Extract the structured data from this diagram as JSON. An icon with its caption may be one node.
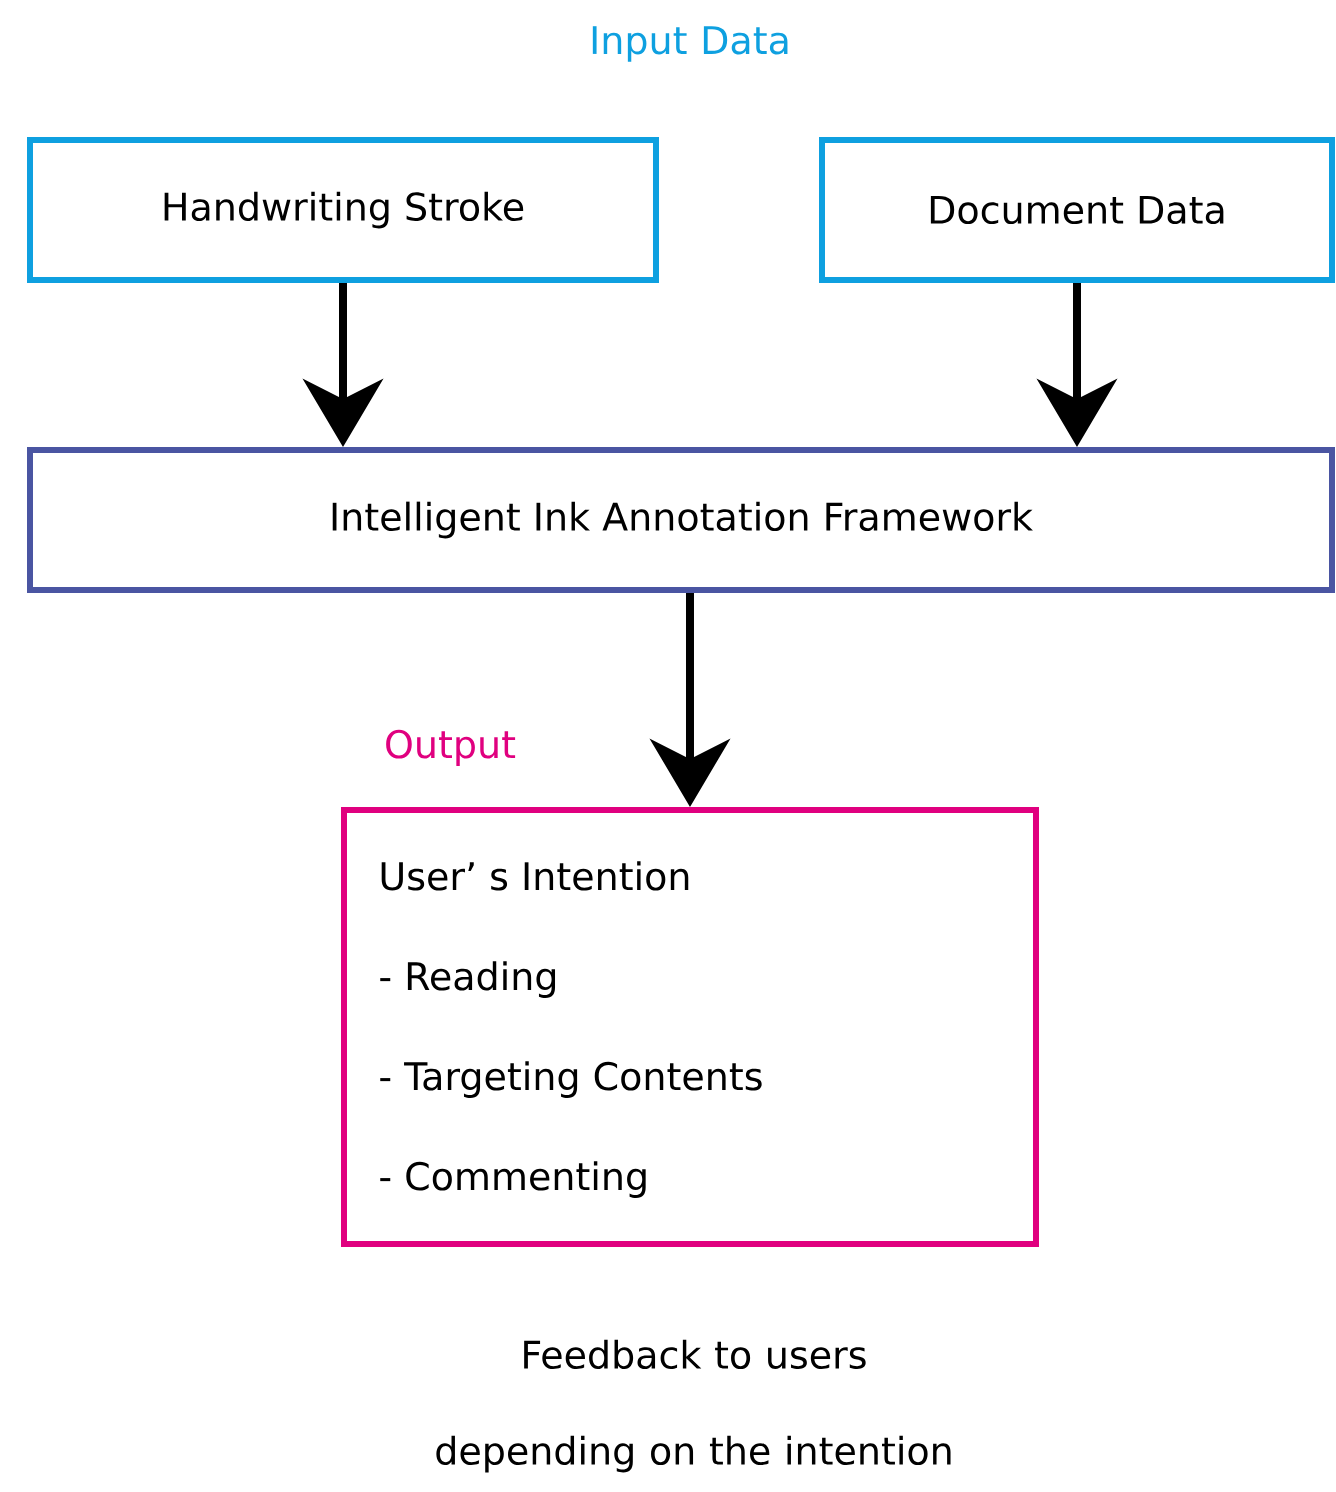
{
  "diagram": {
    "nodes": [
      {
        "text": [
          "Handwriting Stroke"
        ]
      },
      {
        "text": [
          "Document Data"
        ]
      },
      {
        "text": [
          "Intelligent Ink Annotation Framework"
        ]
      },
      {
        "text": [
          "Output",
          "User’ s Intention",
          "- Reading",
          "- Targeting Contents",
          "- Commenting"
        ]
      }
    ],
    "edges": [
      {
        "from": 0,
        "to": 2,
        "arrow": "to"
      },
      {
        "from": 1,
        "to": 2,
        "arrow": "to"
      },
      {
        "from": 2,
        "to": 3,
        "arrow": "to"
      }
    ],
    "labels": [
      "Input Data",
      "Feedback to users depending on the intention"
    ]
  }
}
